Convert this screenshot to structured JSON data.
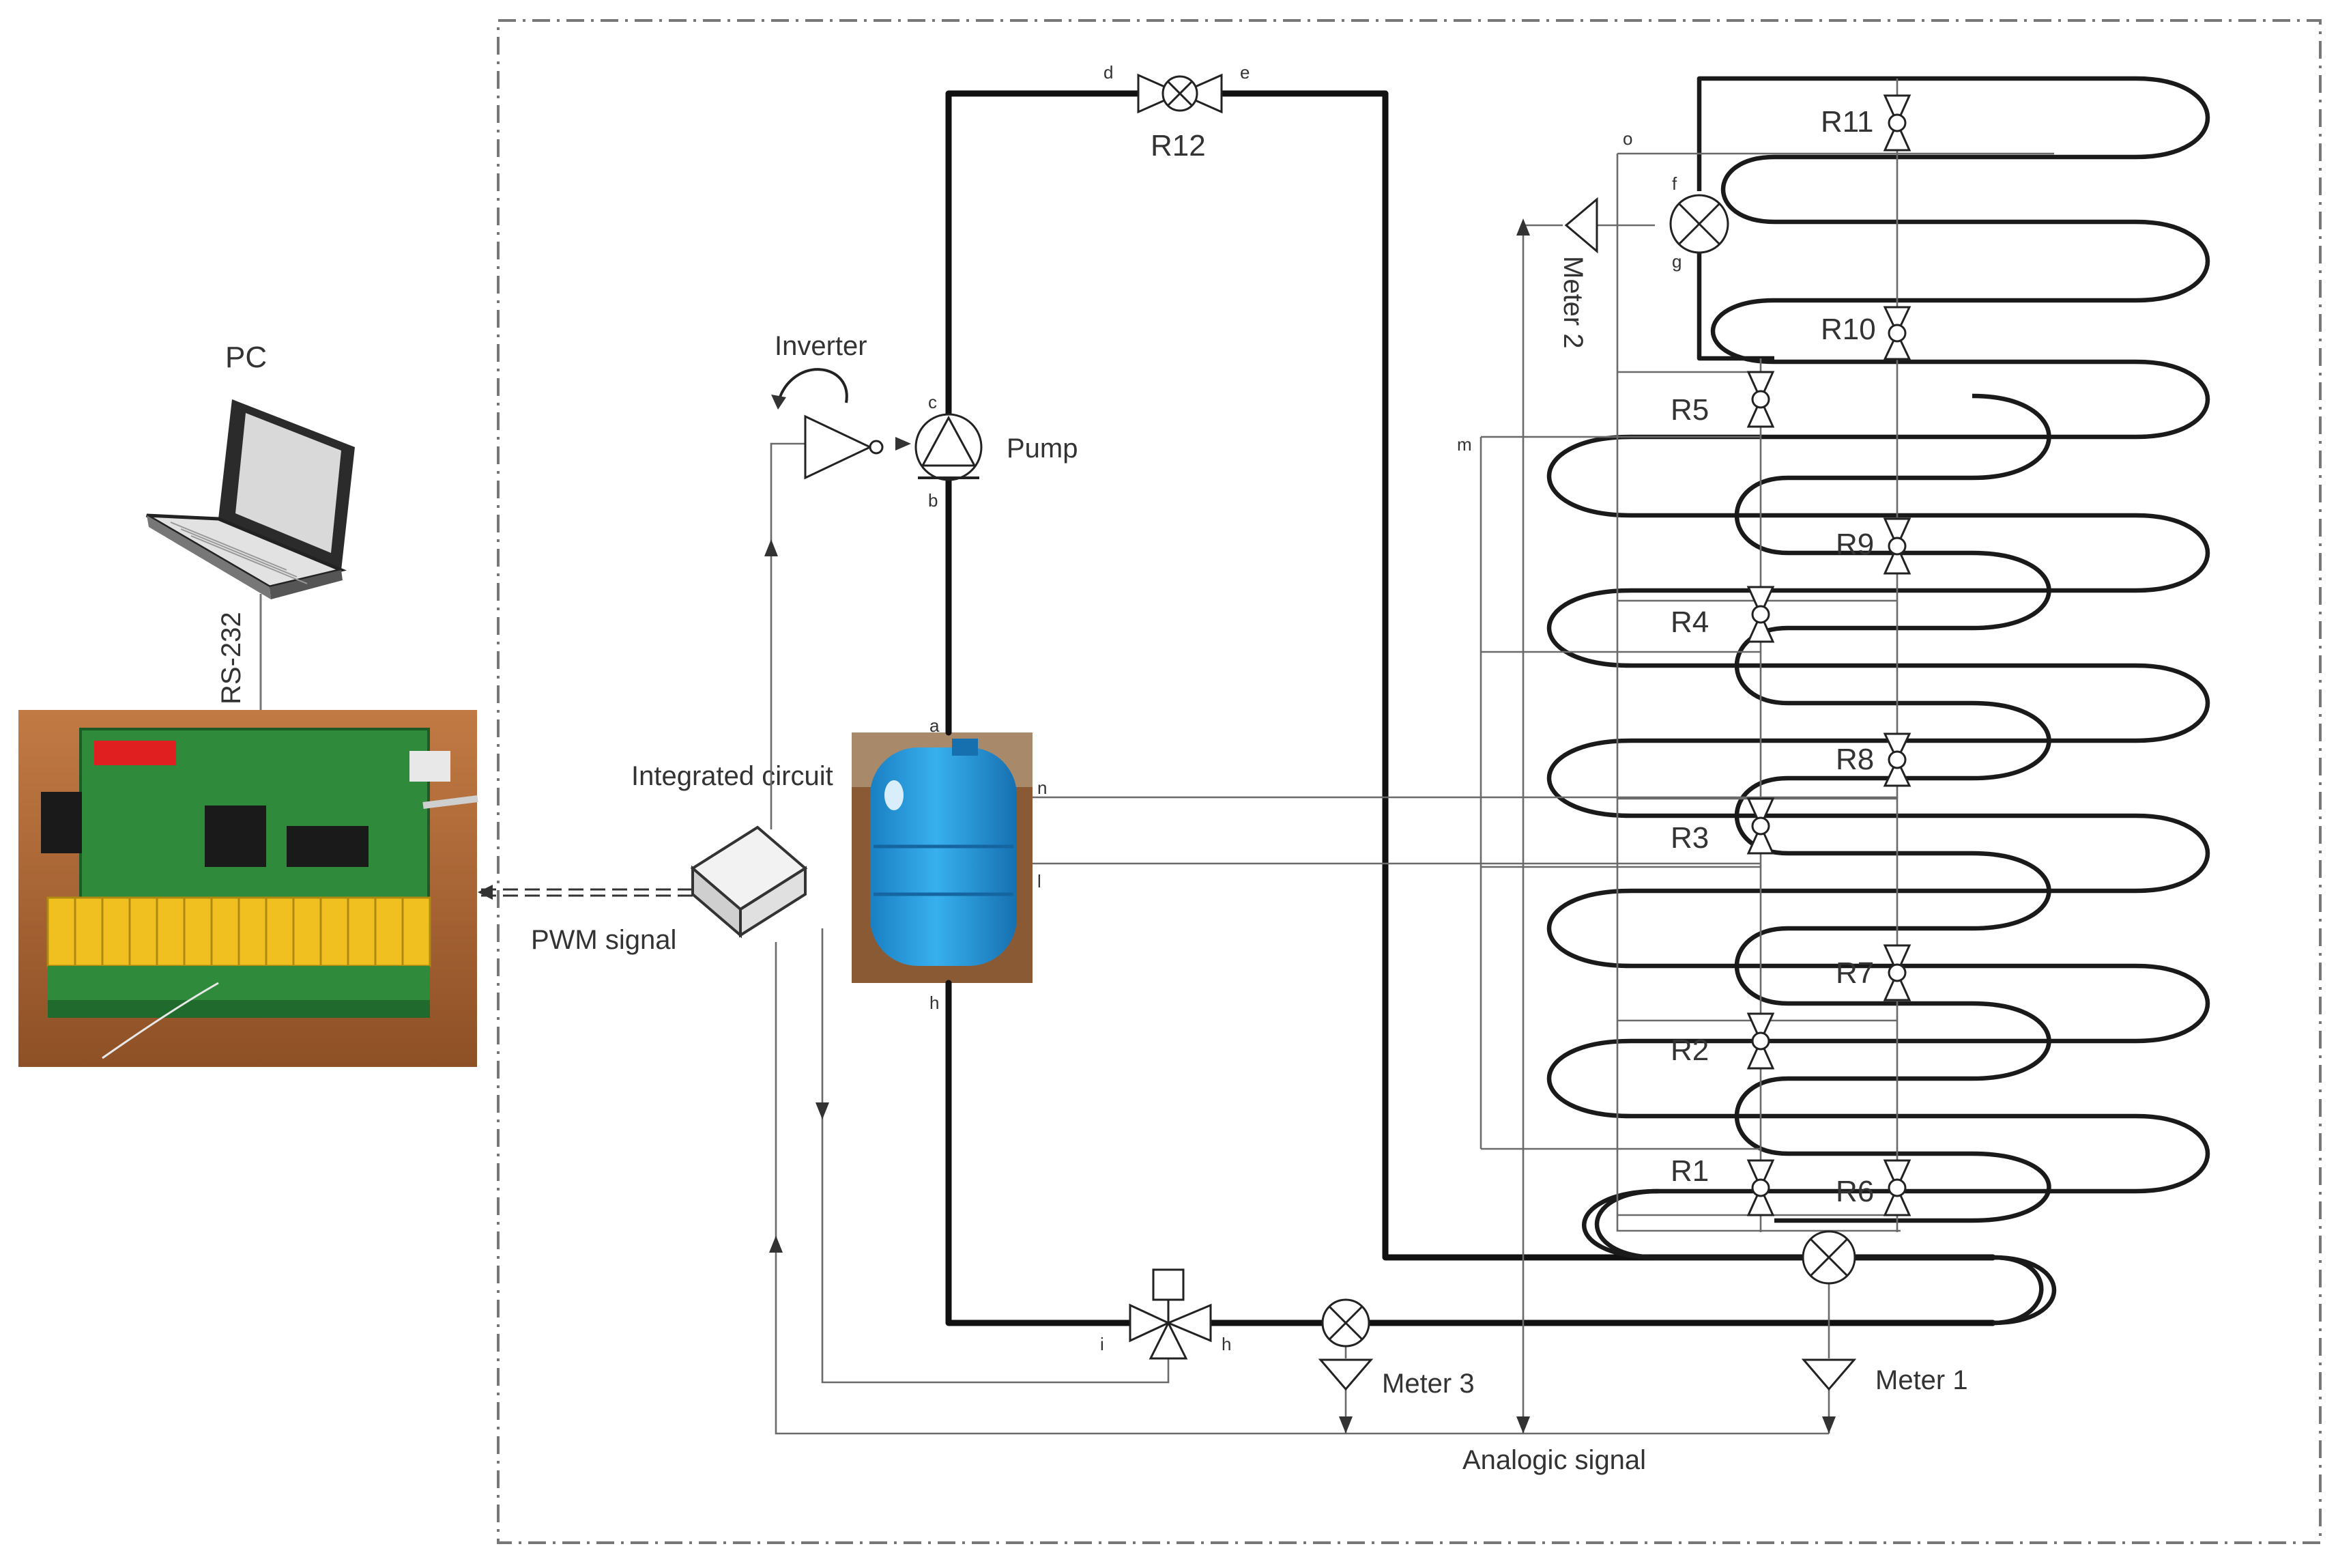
{
  "labels": {
    "pc": "PC",
    "rs232": "RS-232",
    "pwm": "PWM signal",
    "integrated_circuit": "Integrated circuit",
    "inverter": "Inverter",
    "pump": "Pump",
    "analogic_signal": "Analogic signal",
    "meter1": "Meter 1",
    "meter2": "Meter 2",
    "meter3": "Meter 3"
  },
  "valves": {
    "r1": "R1",
    "r2": "R2",
    "r3": "R3",
    "r4": "R4",
    "r5": "R5",
    "r6": "R6",
    "r7": "R7",
    "r8": "R8",
    "r9": "R9",
    "r10": "R10",
    "r11": "R11",
    "r12": "R12"
  },
  "nodes": {
    "a": "a",
    "b": "b",
    "c": "c",
    "d": "d",
    "e": "e",
    "f": "f",
    "g": "g",
    "h": "h",
    "i": "i",
    "l": "l",
    "m": "m",
    "n": "n",
    "o": "o"
  },
  "icons": {
    "laptop": "laptop-icon",
    "board": "controller-board-photo",
    "ic": "integrated-circuit-box-icon",
    "tank": "water-tank-photo",
    "pump": "pump-icon",
    "inverter": "inverter-icon",
    "valve": "valve-icon",
    "three_way_valve": "three-way-valve-icon",
    "flow_meter": "flow-meter-icon"
  },
  "colors": {
    "board_green": "#2f8a3c",
    "relay_yellow": "#f0c020",
    "tank_blue": "#2aa0e0",
    "wood": "#b06a38"
  }
}
